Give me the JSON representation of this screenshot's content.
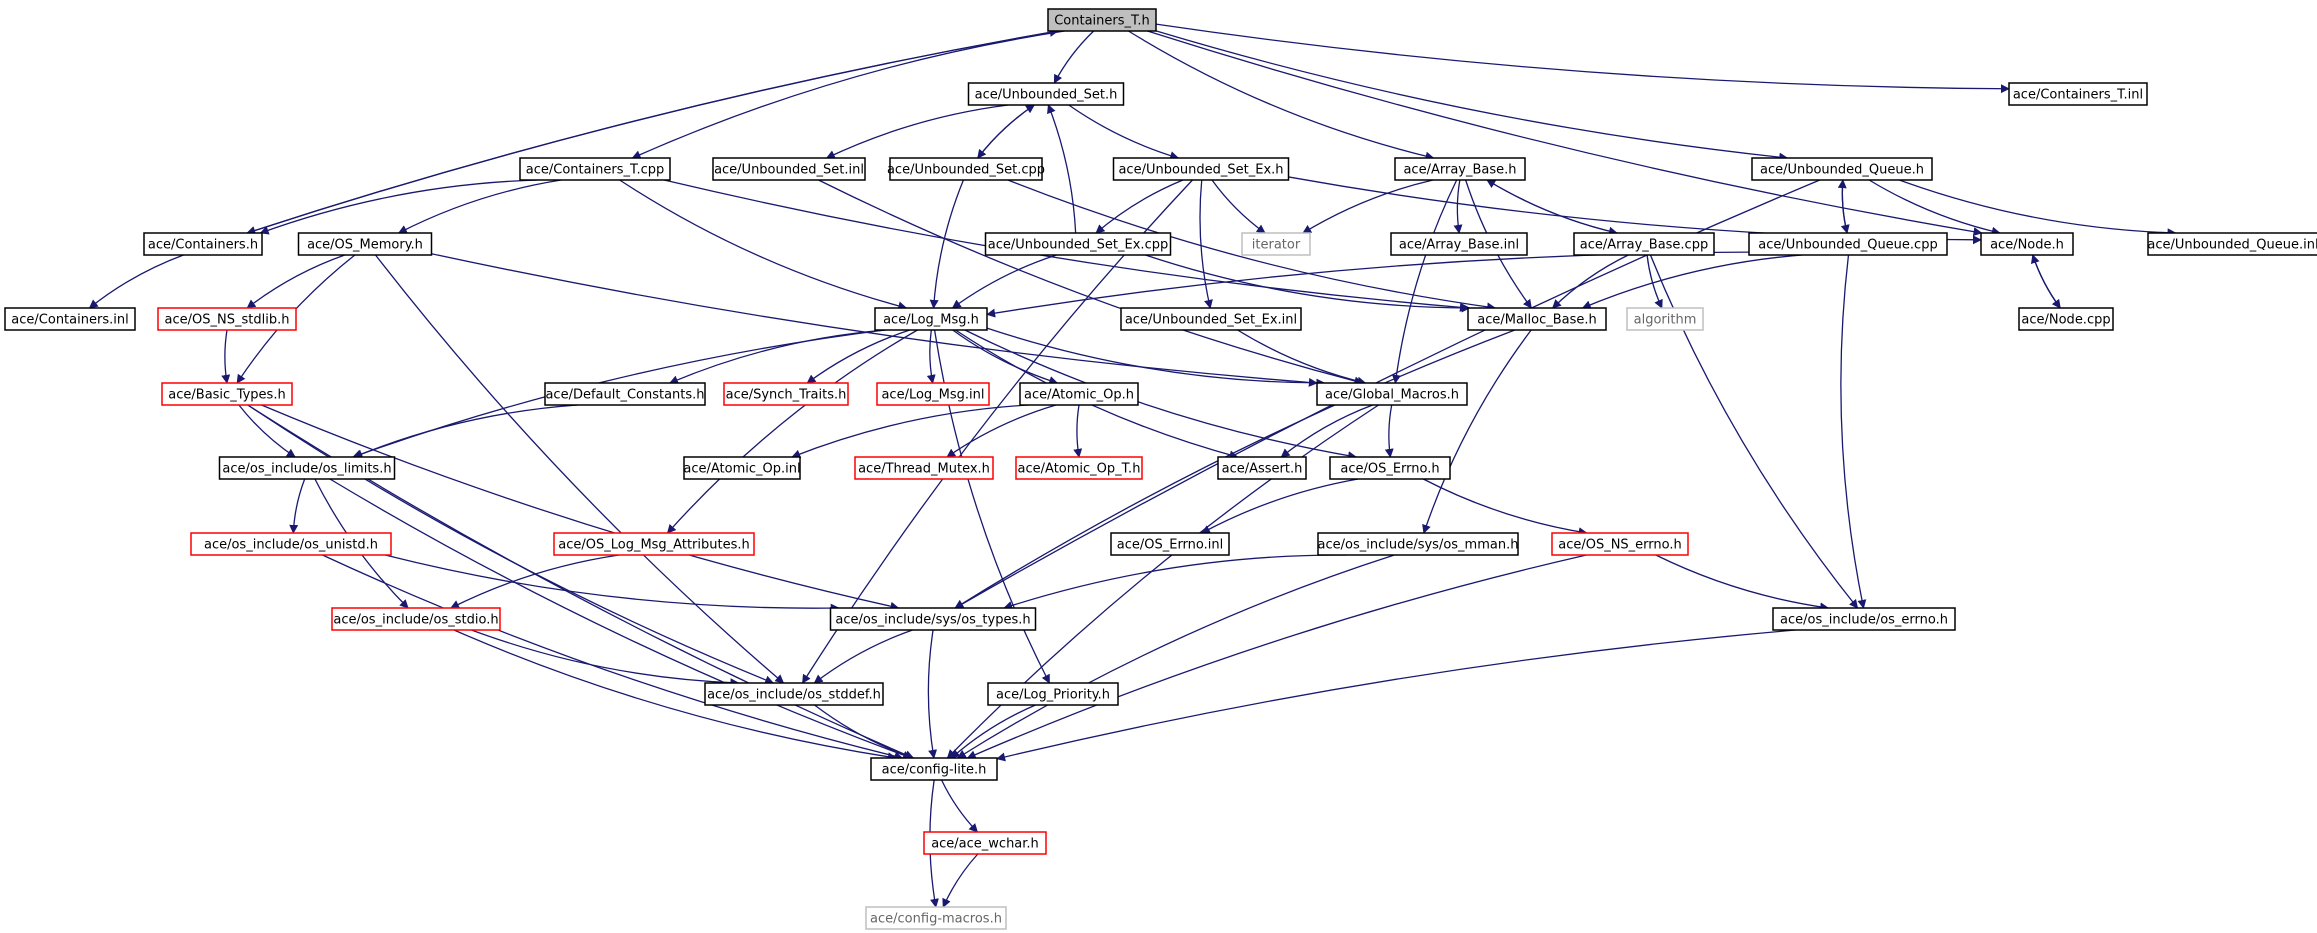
{
  "colors": {
    "edge": "#191970",
    "root_fill": "#bfbfbf",
    "normal_border": "#000000",
    "truncated_border": "#ff0000",
    "external_border": "#bfbfbf",
    "text_normal": "#000000",
    "text_external": "#666666"
  },
  "nodes": {
    "containers_t_h": {
      "label": "Containers_T.h",
      "kind": "root"
    },
    "unbounded_set_h": {
      "label": "ace/Unbounded_Set.h",
      "kind": "normal"
    },
    "containers_t_inl": {
      "label": "ace/Containers_T.inl",
      "kind": "normal"
    },
    "containers_t_cpp": {
      "label": "ace/Containers_T.cpp",
      "kind": "normal"
    },
    "unbounded_set_inl": {
      "label": "ace/Unbounded_Set.inl",
      "kind": "normal"
    },
    "unbounded_set_cpp": {
      "label": "ace/Unbounded_Set.cpp",
      "kind": "normal"
    },
    "unbounded_set_ex_h": {
      "label": "ace/Unbounded_Set_Ex.h",
      "kind": "normal"
    },
    "array_base_h": {
      "label": "ace/Array_Base.h",
      "kind": "normal"
    },
    "unbounded_queue_h": {
      "label": "ace/Unbounded_Queue.h",
      "kind": "normal"
    },
    "containers_h": {
      "label": "ace/Containers.h",
      "kind": "normal"
    },
    "os_memory_h": {
      "label": "ace/OS_Memory.h",
      "kind": "normal"
    },
    "unbounded_set_ex_cpp": {
      "label": "ace/Unbounded_Set_Ex.cpp",
      "kind": "normal"
    },
    "iterator": {
      "label": "iterator",
      "kind": "external"
    },
    "array_base_inl": {
      "label": "ace/Array_Base.inl",
      "kind": "normal"
    },
    "array_base_cpp": {
      "label": "ace/Array_Base.cpp",
      "kind": "normal"
    },
    "unbounded_queue_cpp": {
      "label": "ace/Unbounded_Queue.cpp",
      "kind": "normal"
    },
    "node_h": {
      "label": "ace/Node.h",
      "kind": "normal"
    },
    "unbounded_queue_inl": {
      "label": "ace/Unbounded_Queue.inl",
      "kind": "normal"
    },
    "containers_inl": {
      "label": "ace/Containers.inl",
      "kind": "normal"
    },
    "os_ns_stdlib_h": {
      "label": "ace/OS_NS_stdlib.h",
      "kind": "truncated"
    },
    "log_msg_h": {
      "label": "ace/Log_Msg.h",
      "kind": "normal"
    },
    "unbounded_set_ex_inl": {
      "label": "ace/Unbounded_Set_Ex.inl",
      "kind": "normal"
    },
    "malloc_base_h": {
      "label": "ace/Malloc_Base.h",
      "kind": "normal"
    },
    "algorithm": {
      "label": "algorithm",
      "kind": "external"
    },
    "node_cpp": {
      "label": "ace/Node.cpp",
      "kind": "normal"
    },
    "basic_types_h": {
      "label": "ace/Basic_Types.h",
      "kind": "truncated"
    },
    "default_constants_h": {
      "label": "ace/Default_Constants.h",
      "kind": "normal"
    },
    "synch_traits_h": {
      "label": "ace/Synch_Traits.h",
      "kind": "truncated"
    },
    "log_msg_inl": {
      "label": "ace/Log_Msg.inl",
      "kind": "truncated"
    },
    "atomic_op_h": {
      "label": "ace/Atomic_Op.h",
      "kind": "normal"
    },
    "global_macros_h": {
      "label": "ace/Global_Macros.h",
      "kind": "normal"
    },
    "os_limits_h": {
      "label": "ace/os_include/os_limits.h",
      "kind": "normal"
    },
    "atomic_op_inl": {
      "label": "ace/Atomic_Op.inl",
      "kind": "normal"
    },
    "thread_mutex_h": {
      "label": "ace/Thread_Mutex.h",
      "kind": "truncated"
    },
    "atomic_op_t_h": {
      "label": "ace/Atomic_Op_T.h",
      "kind": "truncated"
    },
    "assert_h": {
      "label": "ace/Assert.h",
      "kind": "normal"
    },
    "os_errno_ace_h": {
      "label": "ace/OS_Errno.h",
      "kind": "normal"
    },
    "os_unistd_h": {
      "label": "ace/os_include/os_unistd.h",
      "kind": "truncated"
    },
    "os_log_msg_attributes_h": {
      "label": "ace/OS_Log_Msg_Attributes.h",
      "kind": "truncated"
    },
    "os_errno_inl": {
      "label": "ace/OS_Errno.inl",
      "kind": "normal"
    },
    "os_mman_h": {
      "label": "ace/os_include/sys/os_mman.h",
      "kind": "normal"
    },
    "os_ns_errno_h": {
      "label": "ace/OS_NS_errno.h",
      "kind": "truncated"
    },
    "os_stdio_h": {
      "label": "ace/os_include/os_stdio.h",
      "kind": "truncated"
    },
    "os_types_h": {
      "label": "ace/os_include/sys/os_types.h",
      "kind": "normal"
    },
    "os_include_errno_h": {
      "label": "ace/os_include/os_errno.h",
      "kind": "normal"
    },
    "os_stddef_h": {
      "label": "ace/os_include/os_stddef.h",
      "kind": "normal"
    },
    "log_priority_h": {
      "label": "ace/Log_Priority.h",
      "kind": "normal"
    },
    "config_lite_h": {
      "label": "ace/config-lite.h",
      "kind": "normal"
    },
    "ace_wchar_h": {
      "label": "ace/ace_wchar.h",
      "kind": "truncated"
    },
    "config_macros_h": {
      "label": "ace/config-macros.h",
      "kind": "external"
    }
  },
  "edges": [
    [
      "containers_t_h",
      "unbounded_set_h"
    ],
    [
      "containers_t_h",
      "containers_t_inl"
    ],
    [
      "containers_t_h",
      "containers_t_cpp"
    ],
    [
      "containers_t_h",
      "containers_h"
    ],
    [
      "containers_t_h",
      "array_base_h"
    ],
    [
      "containers_t_h",
      "unbounded_queue_h"
    ],
    [
      "containers_t_h",
      "node_h"
    ],
    [
      "unbounded_set_h",
      "unbounded_set_inl"
    ],
    [
      "unbounded_set_h",
      "unbounded_set_cpp"
    ],
    [
      "unbounded_set_h",
      "unbounded_set_ex_h"
    ],
    [
      "unbounded_set_cpp",
      "unbounded_set_h"
    ],
    [
      "unbounded_set_cpp",
      "log_msg_h"
    ],
    [
      "unbounded_set_cpp",
      "malloc_base_h"
    ],
    [
      "unbounded_set_inl",
      "global_macros_h"
    ],
    [
      "unbounded_set_ex_h",
      "unbounded_set_ex_cpp"
    ],
    [
      "unbounded_set_ex_h",
      "iterator"
    ],
    [
      "unbounded_set_ex_h",
      "unbounded_set_ex_inl"
    ],
    [
      "unbounded_set_ex_h",
      "node_h"
    ],
    [
      "unbounded_set_ex_h",
      "os_stddef_h"
    ],
    [
      "unbounded_set_ex_cpp",
      "unbounded_set_h"
    ],
    [
      "unbounded_set_ex_cpp",
      "log_msg_h"
    ],
    [
      "unbounded_set_ex_cpp",
      "malloc_base_h"
    ],
    [
      "unbounded_set_ex_inl",
      "global_macros_h"
    ],
    [
      "containers_t_cpp",
      "containers_h"
    ],
    [
      "containers_t_cpp",
      "os_memory_h"
    ],
    [
      "containers_t_cpp",
      "log_msg_h"
    ],
    [
      "containers_t_cpp",
      "malloc_base_h"
    ],
    [
      "containers_h",
      "containers_t_h"
    ],
    [
      "containers_h",
      "containers_inl"
    ],
    [
      "os_memory_h",
      "os_ns_stdlib_h"
    ],
    [
      "os_memory_h",
      "basic_types_h"
    ],
    [
      "os_memory_h",
      "global_macros_h"
    ],
    [
      "os_memory_h",
      "os_stddef_h"
    ],
    [
      "os_ns_stdlib_h",
      "basic_types_h"
    ],
    [
      "array_base_h",
      "iterator"
    ],
    [
      "array_base_h",
      "array_base_inl"
    ],
    [
      "array_base_h",
      "array_base_cpp"
    ],
    [
      "array_base_h",
      "malloc_base_h"
    ],
    [
      "array_base_h",
      "global_macros_h"
    ],
    [
      "array_base_cpp",
      "array_base_h"
    ],
    [
      "array_base_cpp",
      "malloc_base_h"
    ],
    [
      "array_base_cpp",
      "algorithm"
    ],
    [
      "array_base_cpp",
      "os_include_errno_h"
    ],
    [
      "unbounded_queue_h",
      "unbounded_queue_cpp"
    ],
    [
      "unbounded_queue_h",
      "node_h"
    ],
    [
      "unbounded_queue_h",
      "unbounded_queue_inl"
    ],
    [
      "unbounded_queue_h",
      "os_types_h"
    ],
    [
      "unbounded_queue_cpp",
      "unbounded_queue_h"
    ],
    [
      "unbounded_queue_cpp",
      "malloc_base_h"
    ],
    [
      "unbounded_queue_cpp",
      "log_msg_h"
    ],
    [
      "unbounded_queue_cpp",
      "os_include_errno_h"
    ],
    [
      "node_h",
      "node_cpp"
    ],
    [
      "node_cpp",
      "node_h"
    ],
    [
      "malloc_base_h",
      "os_types_h"
    ],
    [
      "malloc_base_h",
      "os_mman_h"
    ],
    [
      "log_msg_h",
      "default_constants_h"
    ],
    [
      "log_msg_h",
      "synch_traits_h"
    ],
    [
      "log_msg_h",
      "log_msg_inl"
    ],
    [
      "log_msg_h",
      "atomic_op_h"
    ],
    [
      "log_msg_h",
      "global_macros_h"
    ],
    [
      "log_msg_h",
      "os_limits_h"
    ],
    [
      "log_msg_h",
      "assert_h"
    ],
    [
      "log_msg_h",
      "os_errno_ace_h"
    ],
    [
      "log_msg_h",
      "os_log_msg_attributes_h"
    ],
    [
      "log_msg_h",
      "log_priority_h"
    ],
    [
      "atomic_op_h",
      "atomic_op_inl"
    ],
    [
      "atomic_op_h",
      "thread_mutex_h"
    ],
    [
      "atomic_op_h",
      "atomic_op_t_h"
    ],
    [
      "global_macros_h",
      "assert_h"
    ],
    [
      "global_macros_h",
      "os_errno_ace_h"
    ],
    [
      "global_macros_h",
      "config_lite_h"
    ],
    [
      "os_errno_ace_h",
      "os_errno_inl"
    ],
    [
      "os_errno_ace_h",
      "os_ns_errno_h"
    ],
    [
      "os_ns_errno_h",
      "os_include_errno_h"
    ],
    [
      "os_ns_errno_h",
      "config_lite_h"
    ],
    [
      "os_include_errno_h",
      "config_lite_h"
    ],
    [
      "os_mman_h",
      "os_types_h"
    ],
    [
      "os_mman_h",
      "config_lite_h"
    ],
    [
      "default_constants_h",
      "os_limits_h"
    ],
    [
      "basic_types_h",
      "os_limits_h"
    ],
    [
      "basic_types_h",
      "os_types_h"
    ],
    [
      "basic_types_h",
      "os_stddef_h"
    ],
    [
      "basic_types_h",
      "config_lite_h"
    ],
    [
      "os_limits_h",
      "os_unistd_h"
    ],
    [
      "os_limits_h",
      "os_stdio_h"
    ],
    [
      "os_limits_h",
      "config_lite_h"
    ],
    [
      "os_unistd_h",
      "os_types_h"
    ],
    [
      "os_unistd_h",
      "config_lite_h"
    ],
    [
      "os_log_msg_attributes_h",
      "os_stdio_h"
    ],
    [
      "os_stdio_h",
      "os_stddef_h"
    ],
    [
      "os_stdio_h",
      "config_lite_h"
    ],
    [
      "os_types_h",
      "os_stddef_h"
    ],
    [
      "os_types_h",
      "config_lite_h"
    ],
    [
      "os_stddef_h",
      "config_lite_h"
    ],
    [
      "log_priority_h",
      "config_lite_h"
    ],
    [
      "config_lite_h",
      "ace_wchar_h"
    ],
    [
      "config_lite_h",
      "config_macros_h"
    ],
    [
      "ace_wchar_h",
      "config_macros_h"
    ]
  ]
}
